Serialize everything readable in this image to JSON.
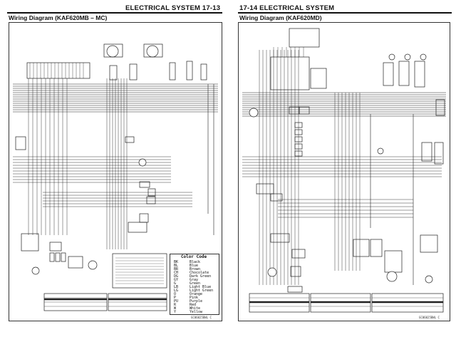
{
  "left_page": {
    "header": "ELECTRICAL SYSTEM 17-13",
    "subtitle": "Wiring Diagram (KAF620MB – MC)",
    "color_code": {
      "title": "Color Code",
      "rows": [
        [
          "BK",
          "Black"
        ],
        [
          "BL",
          "Blue"
        ],
        [
          "BR",
          "Brown"
        ],
        [
          "CH",
          "Chocolate"
        ],
        [
          "DG",
          "Dark Green"
        ],
        [
          "GY",
          "Gray"
        ],
        [
          "G",
          "Green"
        ],
        [
          "LB",
          "Light Blue"
        ],
        [
          "LG",
          "Light Green"
        ],
        [
          "O",
          "Orange"
        ],
        [
          "P",
          "Pink"
        ],
        [
          "PU",
          "Purple"
        ],
        [
          "R",
          "Red"
        ],
        [
          "W",
          "White"
        ],
        [
          "Y",
          "Yellow"
        ]
      ]
    },
    "page_code": "GC06025BWL C"
  },
  "right_page": {
    "header": "17-14 ELECTRICAL SYSTEM",
    "subtitle": "Wiring Diagram (KAF620MD)",
    "page_code": "GC06025BWL C"
  }
}
